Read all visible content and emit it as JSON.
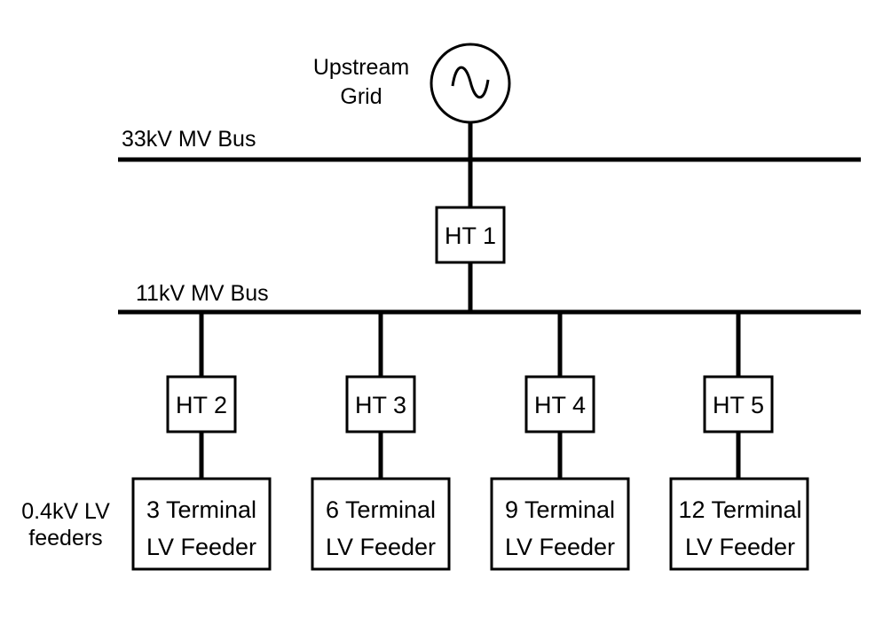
{
  "grid": {
    "label_line1": "Upstream",
    "label_line2": "Grid",
    "symbol": "ac-source-icon"
  },
  "buses": {
    "mv33": "33kV MV Bus",
    "mv11": "11kV MV Bus"
  },
  "transformers": {
    "ht1": "HT 1",
    "ht2": "HT 2",
    "ht3": "HT 3",
    "ht4": "HT 4",
    "ht5": "HT 5"
  },
  "lv_label": {
    "line1": "0.4kV LV",
    "line2": "feeders"
  },
  "feeders": [
    {
      "line1": "3 Terminal",
      "line2": "LV Feeder"
    },
    {
      "line1": "6 Terminal",
      "line2": "LV Feeder"
    },
    {
      "line1": "9 Terminal",
      "line2": "LV Feeder"
    },
    {
      "line1": "12 Terminal",
      "line2": "LV Feeder"
    }
  ],
  "colors": {
    "stroke": "#000000",
    "background": "#ffffff"
  }
}
